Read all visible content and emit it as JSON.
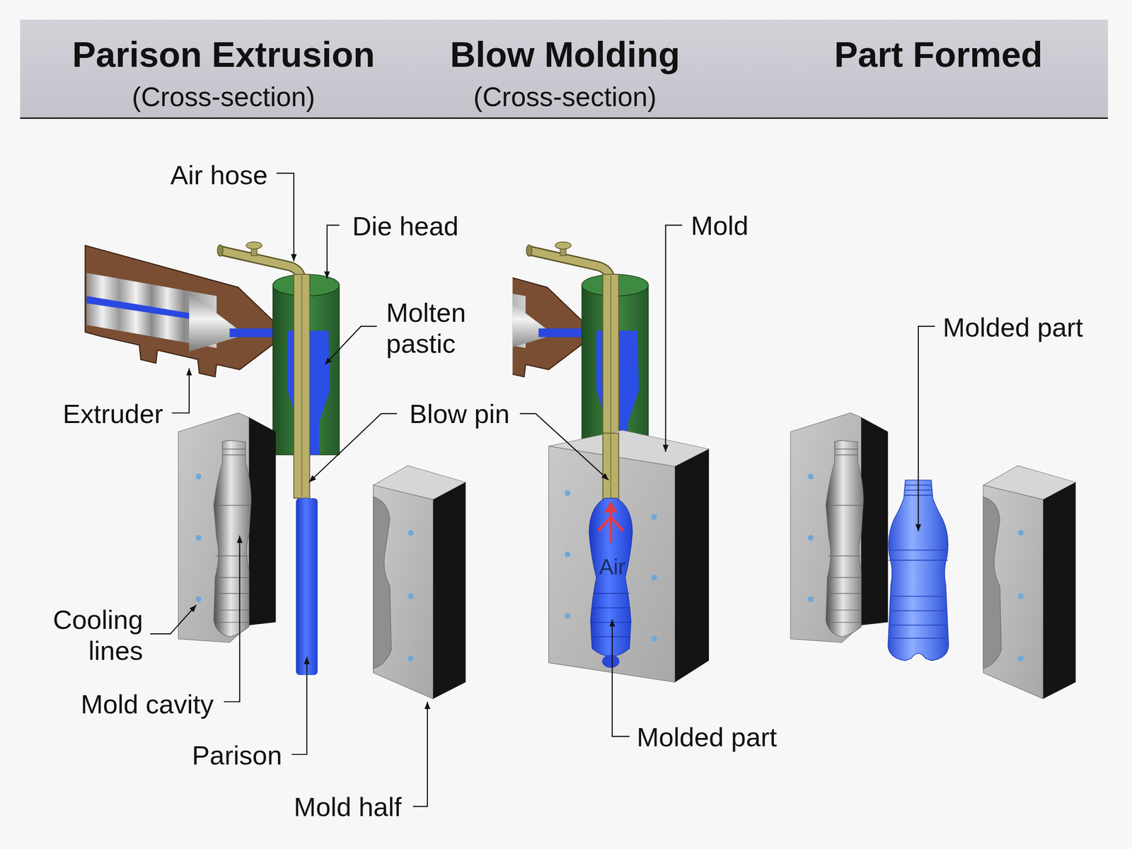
{
  "diagram": {
    "nodes": [
      {
        "text": [
          "Parison Extrusion",
          "(Cross-section)",
          "Blow Molding",
          "(Cross-section)",
          "Part Formed"
        ]
      }
    ],
    "labels": [
      "Air hose",
      "Die head",
      "Molten pastic",
      "Extruder",
      "Blow pin",
      "Cooling lines",
      "Mold cavity",
      "Parison",
      "Mold half",
      "Mold",
      "Air",
      "Molded part",
      "Molded part"
    ]
  }
}
